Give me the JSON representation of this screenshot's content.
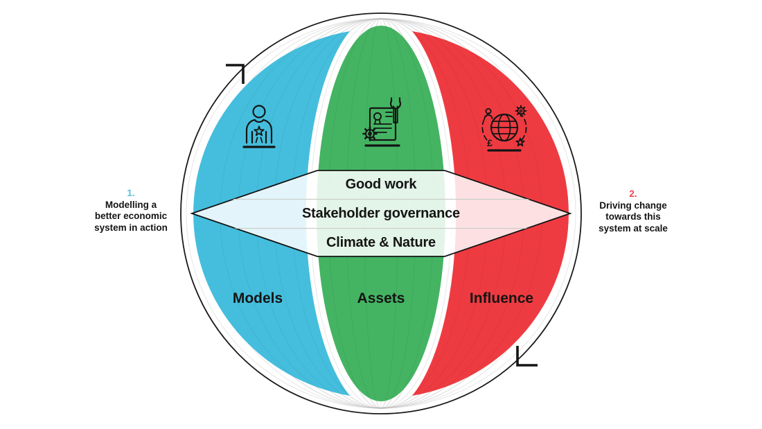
{
  "diagram": {
    "left_annotation": {
      "number": "1.",
      "lines": [
        "Modelling a",
        "better economic",
        "system in action"
      ],
      "number_color": "#56c1dc"
    },
    "right_annotation": {
      "number": "2.",
      "lines": [
        "Driving change",
        "towards this",
        "system at scale"
      ],
      "number_color": "#e9484d"
    },
    "ribbon_rows": [
      "Good work",
      "Stakeholder governance",
      "Climate & Nature"
    ],
    "segments": [
      {
        "label": "Models",
        "color": "#45bedd",
        "icon": "person-award-icon"
      },
      {
        "label": "Assets",
        "color": "#44b463",
        "icon": "certificate-tools-icon"
      },
      {
        "label": "Influence",
        "color": "#ee3b41",
        "icon": "globe-network-icon"
      }
    ],
    "accent_colors": {
      "outline": "#141414",
      "ribbon_fill": "rgba(255,255,255,0.85)",
      "meridian_gray": "#e6e6e6"
    },
    "icons": {
      "pound_symbol": "£"
    }
  }
}
